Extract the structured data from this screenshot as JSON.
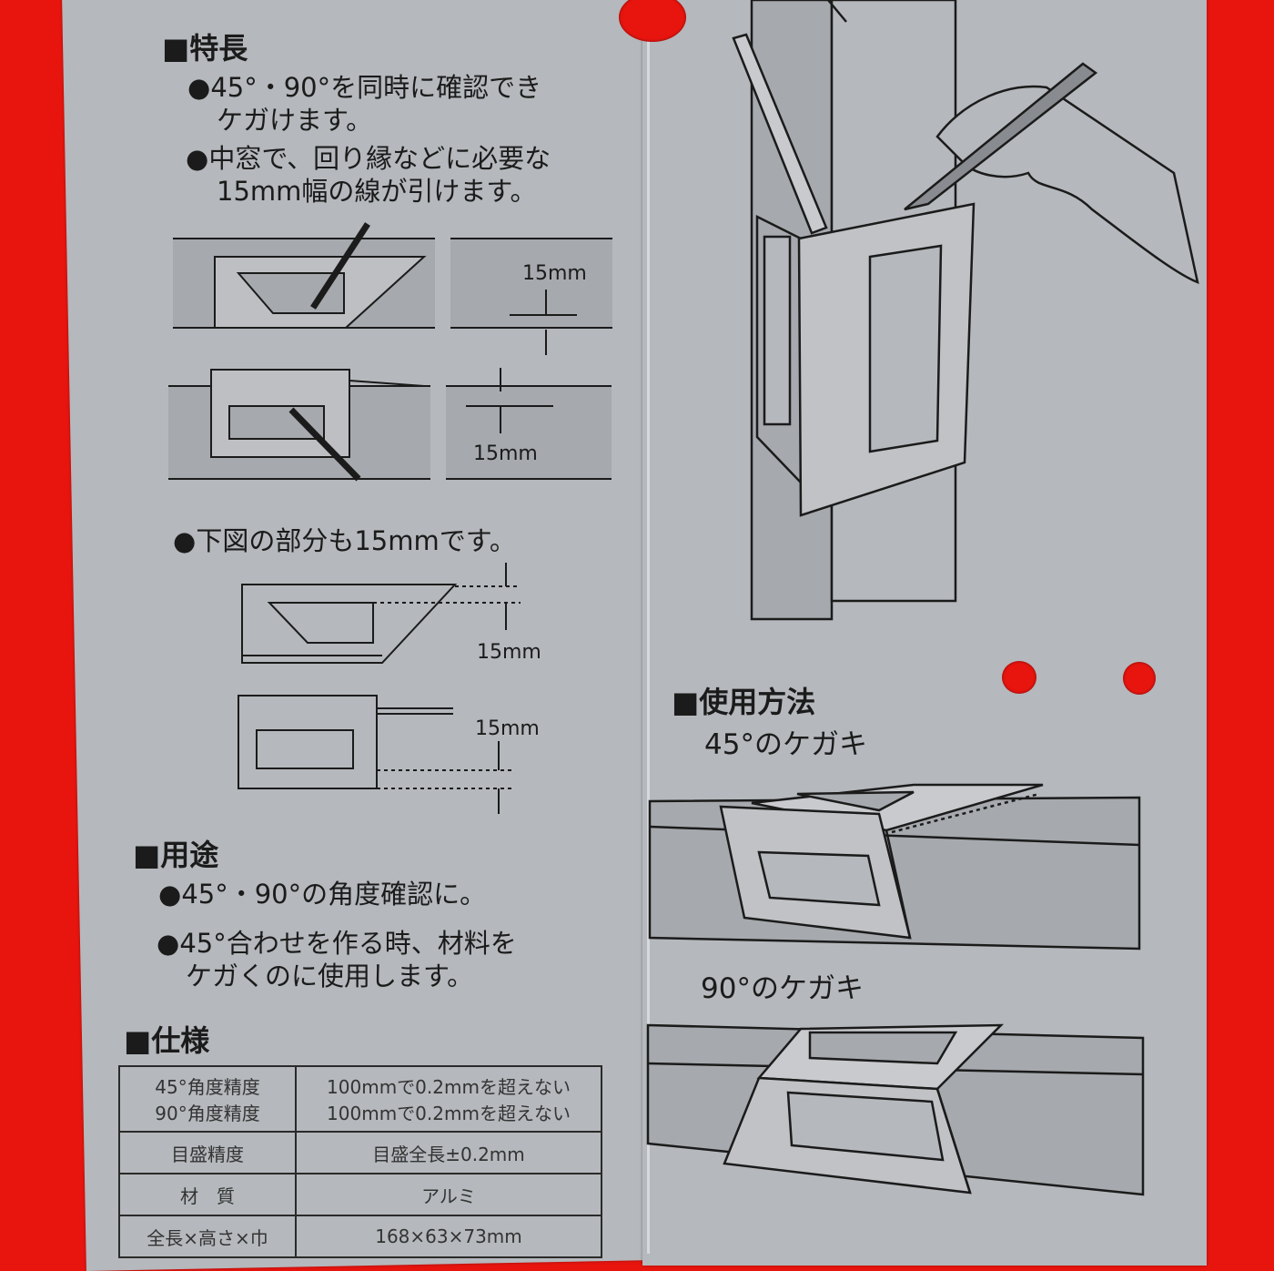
{
  "features": {
    "heading": "■特長",
    "bullet1_line1": "45°・90°を同時に確認でき",
    "bullet1_line2": "ケガけます。",
    "bullet2_line1": "中窓で、回り縁などに必要な",
    "bullet2_line2": "15mm幅の線が引けます。",
    "dim_label": "15mm",
    "bullet3": "下図の部分も15mmです。"
  },
  "uses": {
    "heading": "■用途",
    "bullet1": "45°・90°の角度確認に。",
    "bullet2_line1": "45°合わせを作る時、材料を",
    "bullet2_line2": "ケガくのに使用します。"
  },
  "specs": {
    "heading": "■仕様",
    "rows": [
      {
        "key": "45°角度精度\n90°角度精度",
        "value": "100mmで0.2mmを超えない\n100mmで0.2mmを超えない"
      },
      {
        "key": "目盛精度",
        "value": "目盛全長±0.2mm"
      },
      {
        "key": "材　質",
        "value": "アルミ"
      },
      {
        "key": "全長×高さ×巾",
        "value": "168×63×73mm"
      }
    ]
  },
  "usage": {
    "heading": "■使用方法",
    "caption45": "45°のケガキ",
    "caption90": "90°のケガキ"
  },
  "colors": {
    "background": "#e8150f",
    "card": "#b5b8bc",
    "ink": "#1b1b1b",
    "diagram_fill": "#a6a9ad"
  }
}
